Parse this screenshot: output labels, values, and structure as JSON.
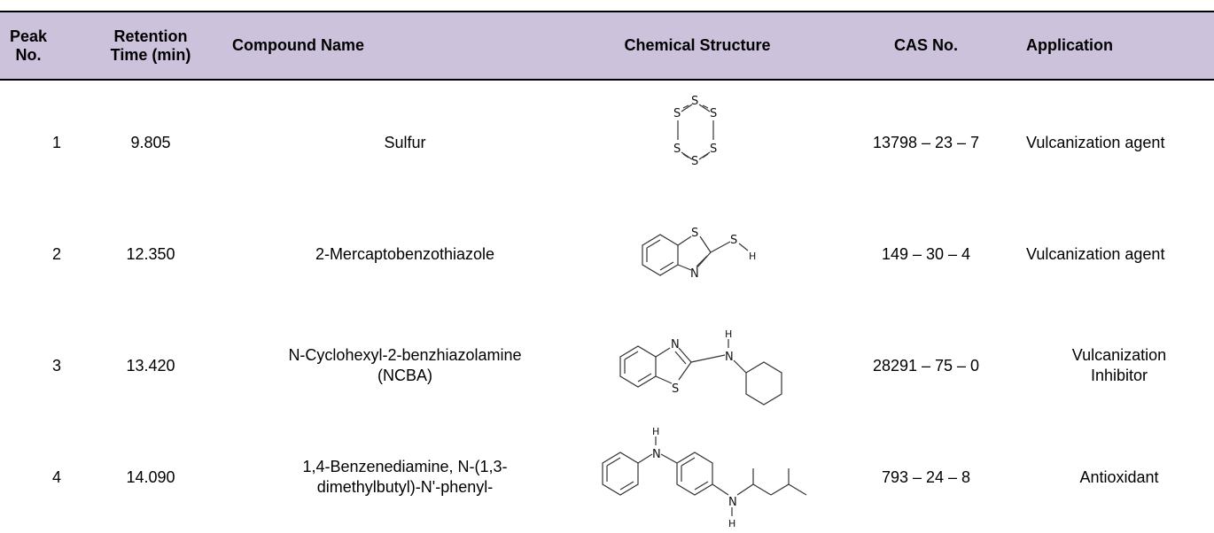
{
  "headers": {
    "peak_no_line1": "Peak",
    "peak_no_line2": "No.",
    "rt_line1": "Retention",
    "rt_line2": "Time (min)",
    "compound": "Compound Name",
    "structure": "Chemical Structure",
    "cas": "CAS No.",
    "application": "Application"
  },
  "rows": [
    {
      "peak": "1",
      "rt": "9.805",
      "name_line1": "Sulfur",
      "name_line2": "",
      "cas": "13798 – 23 – 7",
      "app_line1": "Vulcanization agent",
      "app_line2": "",
      "structure_icon": "sulfur-ring-structure-icon"
    },
    {
      "peak": "2",
      "rt": "12.350",
      "name_line1": "2-Mercaptobenzothiazole",
      "name_line2": "",
      "cas": "149 – 30 – 4",
      "app_line1": "Vulcanization agent",
      "app_line2": "",
      "structure_icon": "mercaptobenzothiazole-structure-icon"
    },
    {
      "peak": "3",
      "rt": "13.420",
      "name_line1": "N-Cyclohexyl-2-benzhiazolamine",
      "name_line2": "(NCBA)",
      "cas": "28291 – 75 – 0",
      "app_line1": "Vulcanization",
      "app_line2": "Inhibitor",
      "structure_icon": "ncba-structure-icon"
    },
    {
      "peak": "4",
      "rt": "14.090",
      "name_line1": "1,4-Benzenediamine, N-(1,3-",
      "name_line2": "dimethylbutyl)-N'-phenyl-",
      "cas": "793 – 24 – 8",
      "app_line1": "Antioxidant",
      "app_line2": "",
      "structure_icon": "ppd-structure-icon"
    }
  ],
  "atoms": {
    "s": "S",
    "n": "N",
    "h": "H"
  }
}
